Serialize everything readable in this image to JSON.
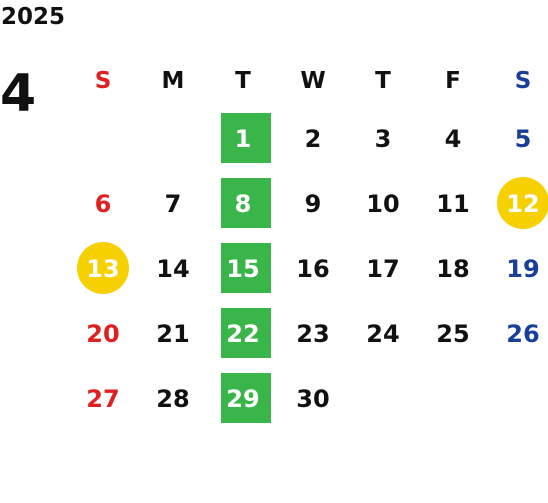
{
  "year": "2025",
  "month": "4",
  "colors": {
    "sunday": "#e02020",
    "saturday": "#1a3f99",
    "weekday": "#111111",
    "green_highlight": "#3ab54a",
    "yellow_highlight": "#f7d000"
  },
  "weekdays": [
    "S",
    "M",
    "T",
    "W",
    "T",
    "F",
    "S"
  ],
  "weeks": [
    [
      "",
      "",
      "1",
      "2",
      "3",
      "4",
      "5"
    ],
    [
      "6",
      "7",
      "8",
      "9",
      "10",
      "11",
      "12"
    ],
    [
      "13",
      "14",
      "15",
      "16",
      "17",
      "18",
      "19"
    ],
    [
      "20",
      "21",
      "22",
      "23",
      "24",
      "25",
      "26"
    ],
    [
      "27",
      "28",
      "29",
      "30",
      "",
      "",
      ""
    ]
  ],
  "highlights": {
    "green_dates": [
      "1",
      "8",
      "15",
      "22",
      "29"
    ],
    "yellow_dates": [
      "12",
      "13"
    ]
  }
}
